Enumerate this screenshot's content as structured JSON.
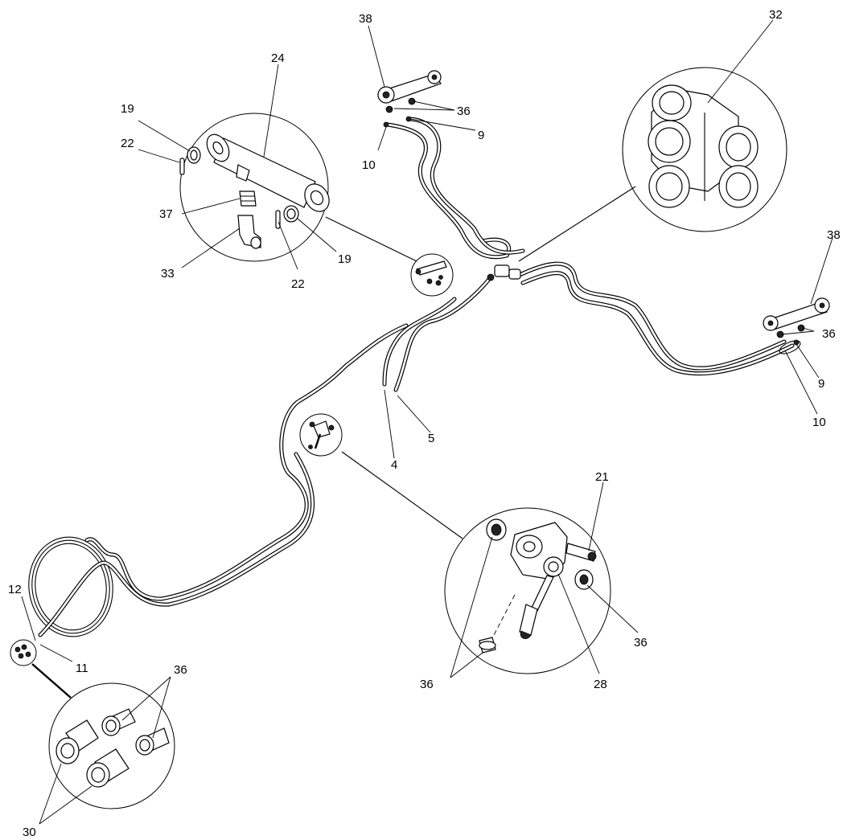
{
  "callouts": {
    "c38a": "38",
    "c36a": "36",
    "c9a": "9",
    "c10a": "10",
    "c24": "24",
    "c19a": "19",
    "c22a": "22",
    "c37": "37",
    "c33": "33",
    "c22b": "22",
    "c19b": "19",
    "c32": "32",
    "c38b": "38",
    "c36b": "36",
    "c9b": "9",
    "c10b": "10",
    "c4": "4",
    "c5": "5",
    "c21": "21",
    "c36c": "36",
    "c36d": "36",
    "c28": "28",
    "c12": "12",
    "c11": "11",
    "c36e": "36",
    "c30": "30"
  }
}
